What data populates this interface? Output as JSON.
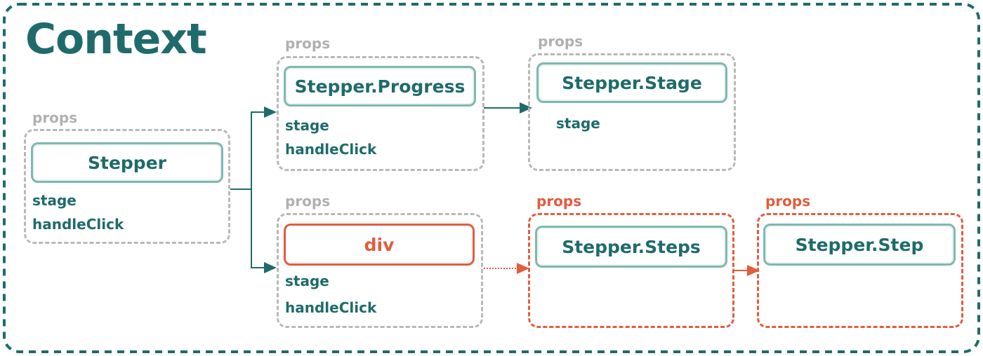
{
  "title": "Context",
  "colors": {
    "teal": "#1f6b6b",
    "teal_border": "#7fb8b0",
    "gray_dashed": "#b8b8b8",
    "red": "#e25c3d"
  },
  "nodes": {
    "stepper": {
      "props_label": "props",
      "name": "Stepper",
      "props": [
        "stage",
        "handleClick"
      ]
    },
    "progress": {
      "props_label": "props",
      "name": "Stepper.Progress",
      "props": [
        "stage",
        "handleClick"
      ]
    },
    "stage": {
      "props_label": "props",
      "name": "Stepper.Stage",
      "props": [
        "stage"
      ]
    },
    "div": {
      "props_label": "props",
      "name": "div",
      "props": [
        "stage",
        "handleClick"
      ]
    },
    "steps": {
      "props_label": "props",
      "name": "Stepper.Steps",
      "props": []
    },
    "step": {
      "props_label": "props",
      "name": "Stepper.Step",
      "props": []
    }
  }
}
